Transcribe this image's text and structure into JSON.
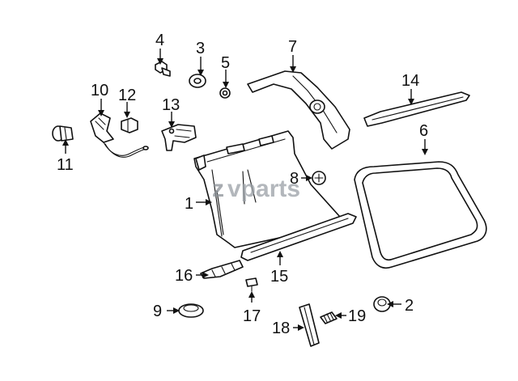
{
  "watermark": {
    "prefix": "z",
    "text": "vparts"
  },
  "callouts": [
    "1",
    "2",
    "3",
    "4",
    "5",
    "6",
    "7",
    "8",
    "9",
    "10",
    "11",
    "12",
    "13",
    "14",
    "15",
    "16",
    "17",
    "18",
    "19"
  ]
}
